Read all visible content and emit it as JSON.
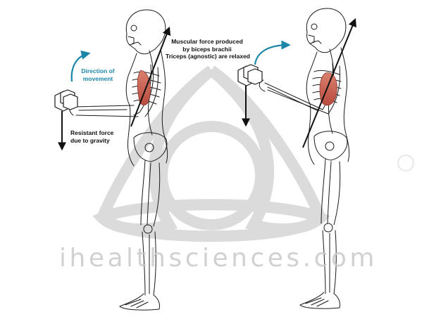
{
  "labels": {
    "direction": "Direction of movement",
    "resistant": "Resistant force due to gravity",
    "muscular": "Muscular force produced by biceps brachii",
    "triceps": "Triceps (agnostic) are relaxed"
  },
  "watermark": "ihealthsciences.com",
  "icons": {
    "logo": "triquetra-watermark-icon",
    "nav": "carousel-next-icon"
  },
  "colors": {
    "blue_arrow": "#1b86a8",
    "muscle": "#c96255",
    "watermark": "#c9c9c9",
    "outline": "#1a1a1a"
  }
}
